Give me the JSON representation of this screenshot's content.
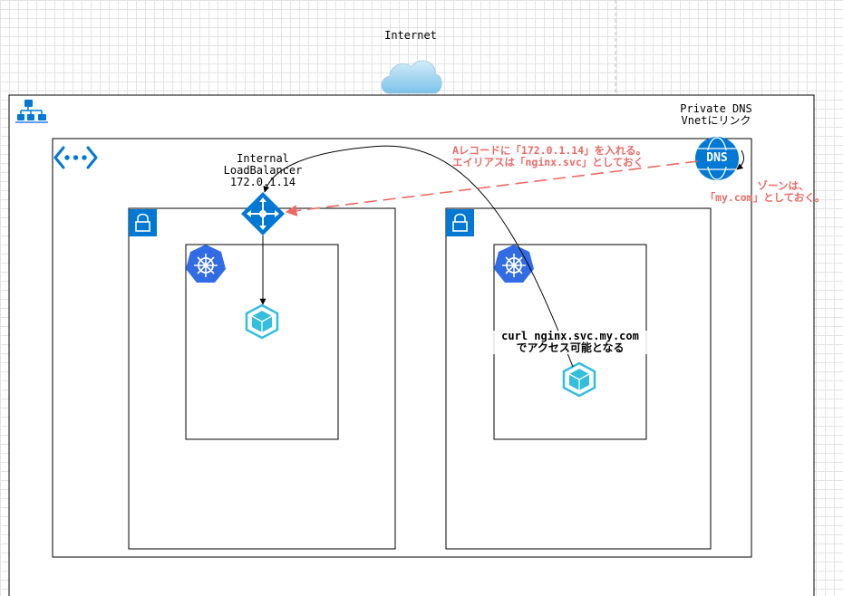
{
  "labels": {
    "internet": "Internet",
    "private_dns_line1": "Private DNS",
    "private_dns_line2": "Vnetにリンク",
    "ilb_line1": "Internal",
    "ilb_line2": "LoadBalancer",
    "ilb_line3": "172.0.1.14",
    "curl_line1": "curl nginx.svc.my.com",
    "curl_line2": "でアクセス可能となる",
    "dns_icon_text": "DNS"
  },
  "annotations": {
    "a_record_line1": "Aレコードに「172.0.1.14」を入れる。",
    "a_record_line2": "エイリアスは「nginx.svc」としておく",
    "zone_line1": "ゾーンは、",
    "zone_line2": "「my.com」としておく。"
  },
  "colors": {
    "azure_blue": "#0078d4",
    "k8s_blue": "#326ce5",
    "container_cyan": "#32bedd",
    "annotation_red": "#ea6b66",
    "cloud": "#9cd0ec"
  },
  "icons": [
    "management-group-icon",
    "virtual-network-icon",
    "cloud-icon",
    "dns-zone-icon",
    "load-balancer-icon",
    "subnet-lock-icon",
    "kubernetes-icon",
    "container-instance-icon"
  ]
}
